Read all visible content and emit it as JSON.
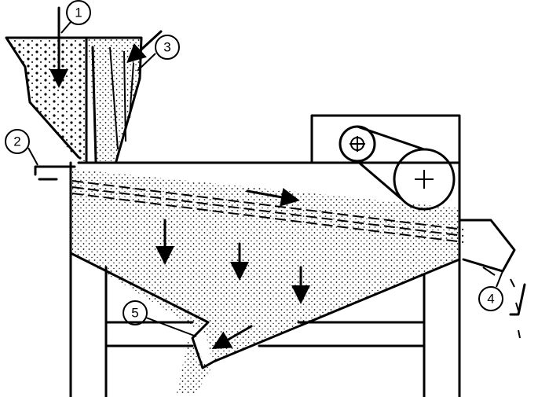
{
  "diagram": {
    "labels": [
      {
        "id": "1",
        "text": "1"
      },
      {
        "id": "2",
        "text": "2"
      },
      {
        "id": "3",
        "text": "3"
      },
      {
        "id": "4",
        "text": "4"
      },
      {
        "id": "5",
        "text": "5"
      }
    ],
    "colors": {
      "ink": "#000000",
      "paper": "#ffffff"
    }
  }
}
